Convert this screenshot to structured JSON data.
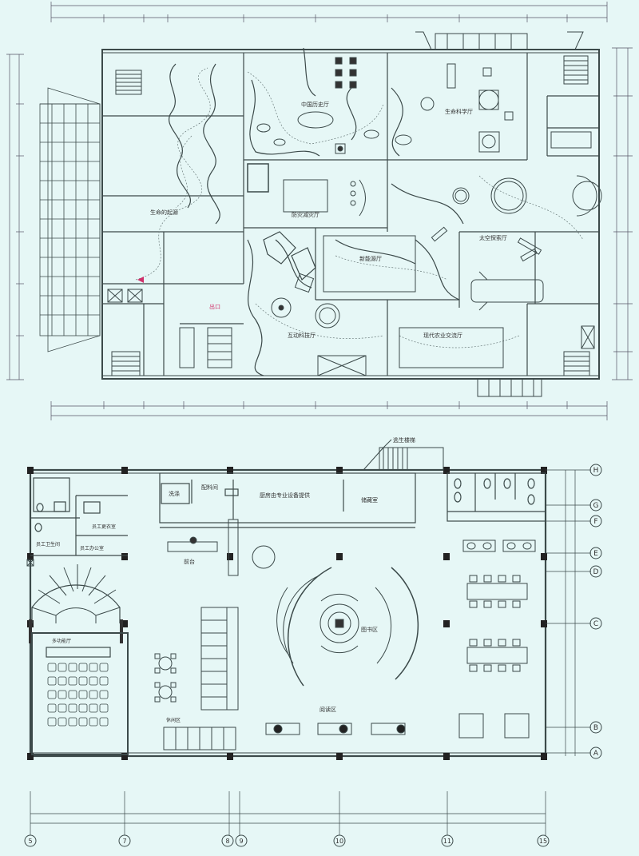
{
  "top_plan": {
    "rooms": {
      "china_history": "中国历史厅",
      "life_science": "生命科学厅",
      "origin_of_life": "生命的起源",
      "disaster_prevention": "防灾减灾厅",
      "space_exploration": "太空探索厅",
      "new_energy": "新能源厅",
      "exit": "出口",
      "interactive_science": "互动科技厅",
      "modern_agriculture": "现代农业交流厅"
    }
  },
  "bottom_plan": {
    "rooms": {
      "escape_stair": "逃生楼梯",
      "wash": "洗涤",
      "prep_room": "配料间",
      "kitchen_note": "厨房由专业设备提供",
      "storage": "储藏室",
      "staff_changing": "员工更衣室",
      "staff_office": "员工办公室",
      "staff_toilet": "员工卫生间",
      "front_desk": "前台",
      "multimedia_room": "多功能厅",
      "library_area": "图书区",
      "reading_area": "阅读区",
      "rest_area": "休闲区"
    },
    "axis_letters": [
      "H",
      "G",
      "F",
      "E",
      "D",
      "C",
      "B",
      "A"
    ],
    "axis_numbers": [
      "5",
      "7",
      "8",
      "9",
      "10",
      "11",
      "15"
    ]
  }
}
